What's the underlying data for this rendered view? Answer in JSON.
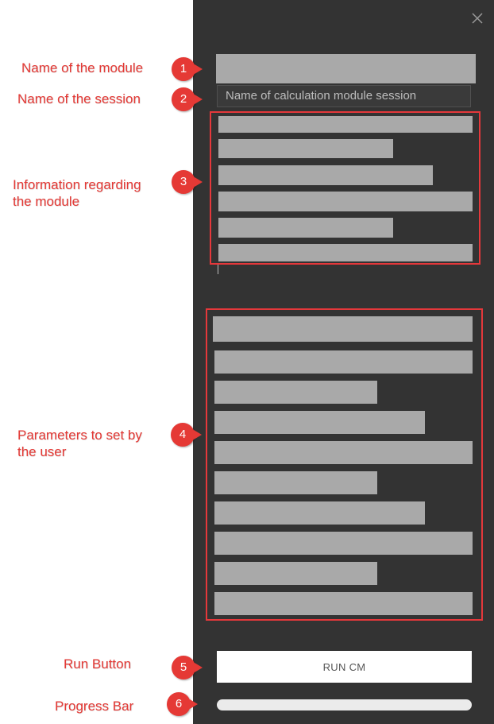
{
  "panel": {
    "session_name": "Name of calculation module session",
    "run_button_label": "RUN CM",
    "progress": 0,
    "close_icon": "close-icon"
  },
  "annotations": [
    {
      "number": "1",
      "label": "Name of the module"
    },
    {
      "number": "2",
      "label": "Name of the session"
    },
    {
      "number": "3",
      "label": "Information regarding\nthe module"
    },
    {
      "number": "4",
      "label": "Parameters to set by\nthe user"
    },
    {
      "number": "5",
      "label": "Run Button"
    },
    {
      "number": "6",
      "label": "Progress Bar"
    }
  ],
  "colors": {
    "panel_background": "#333333",
    "placeholder_bar": "#a9a9a9",
    "annotation_red": "#e53935",
    "progress_track": "#ebebeb"
  }
}
